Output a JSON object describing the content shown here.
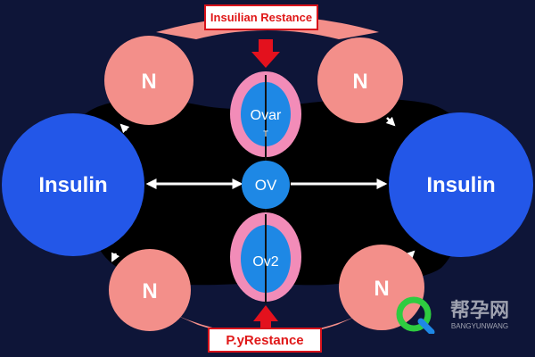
{
  "colors": {
    "background": "#0e1538",
    "backdrop": "#000000",
    "insulin": "#2357e8",
    "node_pink": "#f38f8a",
    "ovary_outer": "#f28cb8",
    "ovary_inner": "#1e88e5",
    "center": "#1e88e5",
    "banner_bg": "#ffffff",
    "banner_border": "#d8131b",
    "banner_text": "#e01818",
    "arrow_red": "#e3111d",
    "white": "#ffffff"
  },
  "diagram": {
    "top_banner": "Insuilian Restance",
    "bottom_banner": "P.yRestance",
    "left_circle": "Insulin",
    "right_circle": "Insulin",
    "center_circle": "OV",
    "top_ovary": "Ovar",
    "top_ovary_mark": "т",
    "bottom_ovary": "Ov2",
    "node_top_left": "N",
    "node_top_right": "N",
    "node_bottom_left": "N",
    "node_bottom_right": "N"
  },
  "watermark": {
    "brand": "帮孕网",
    "sub": "BANGYUNWANG"
  }
}
